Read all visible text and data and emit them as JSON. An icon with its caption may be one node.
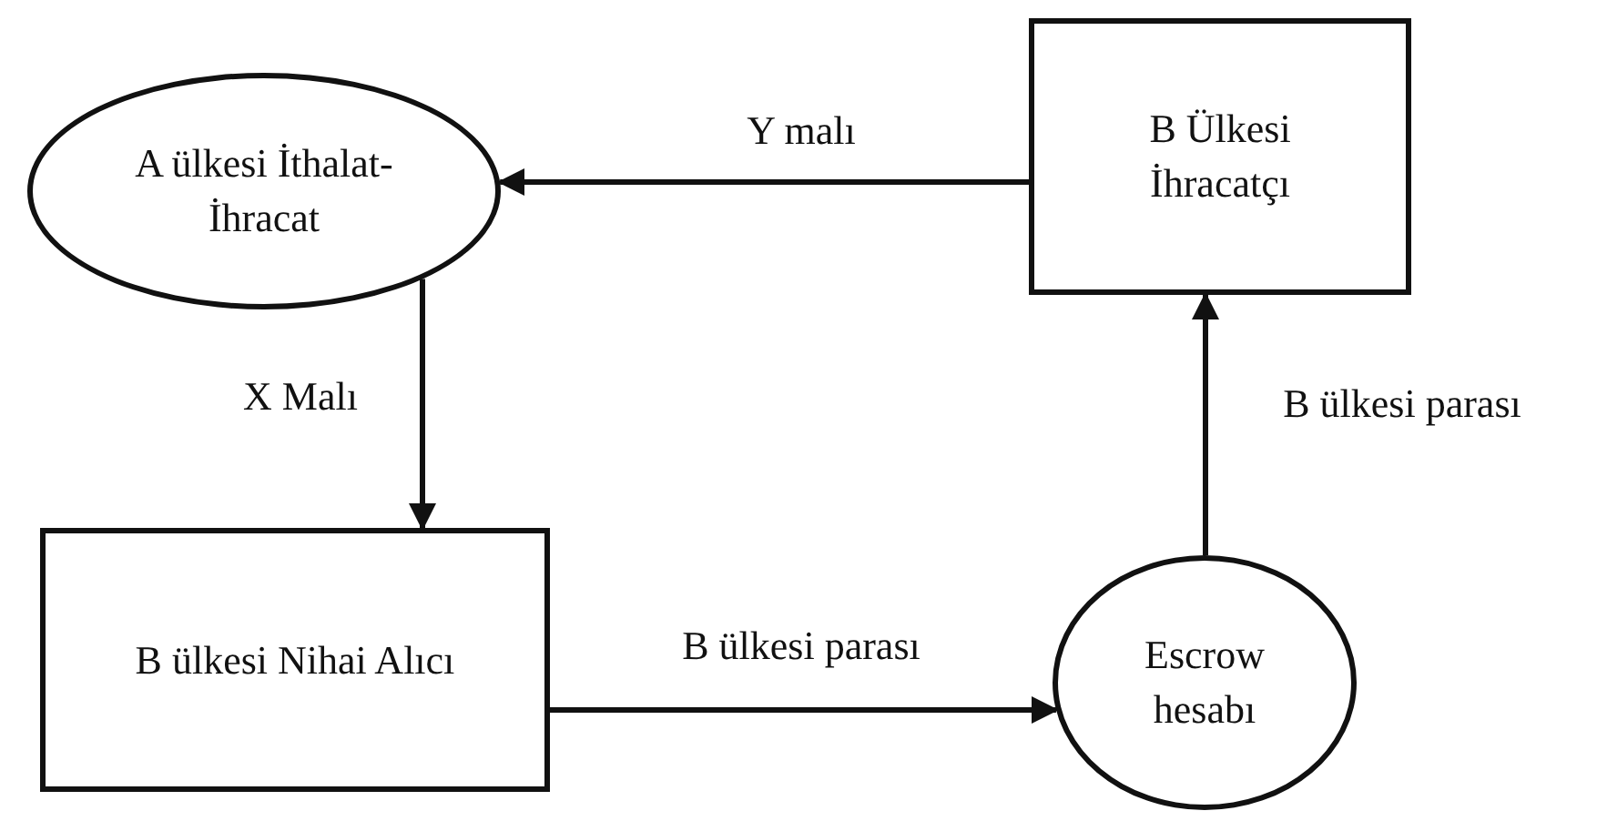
{
  "diagram": {
    "nodes": [
      {
        "text": [
          "A ülkesi İthalat- İhracat"
        ]
      },
      {
        "text": [
          "B Ülkesi İhracatçı"
        ]
      },
      {
        "text": [
          "B ülkesi Nihai Alıcı"
        ]
      },
      {
        "text": [
          "Escrow hesabı"
        ]
      }
    ],
    "edges": [
      {
        "from": 1,
        "to": 0,
        "arrow": "to",
        "label": "Y malı"
      },
      {
        "from": 0,
        "to": 2,
        "arrow": "to",
        "label": "X Malı"
      },
      {
        "from": 2,
        "to": 3,
        "arrow": "to",
        "label": "B ülkesi parası"
      },
      {
        "from": 3,
        "to": 1,
        "arrow": "to",
        "label": "B ülkesi parası"
      }
    ]
  }
}
